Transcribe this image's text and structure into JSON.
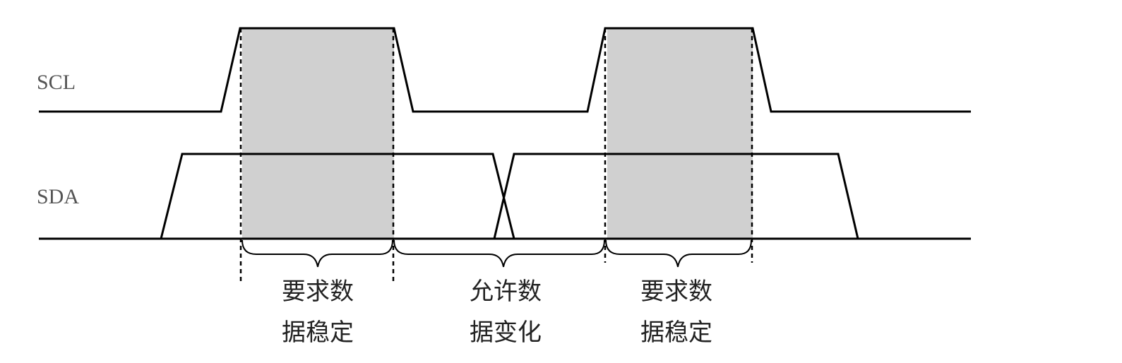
{
  "signals": {
    "scl_label": "SCL",
    "sda_label": "SDA"
  },
  "captions": [
    {
      "line1": "要求数",
      "line2": "据稳定"
    },
    {
      "line1": "允许数",
      "line2": "据变化"
    },
    {
      "line1": "要求数",
      "line2": "据稳定"
    }
  ],
  "colors": {
    "stroke": "#000000",
    "shade": "#d0d0d0",
    "label": "#555555"
  }
}
